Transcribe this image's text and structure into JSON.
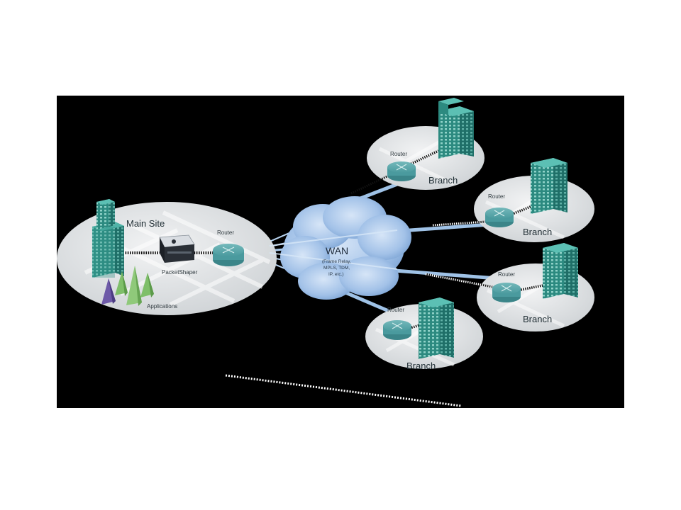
{
  "main_site": {
    "title": "Main Site",
    "router_label": "Router",
    "appliance_label": "PacketShaper",
    "applications_label": "Applications"
  },
  "wan": {
    "title": "WAN",
    "details": [
      "(Frame Relay,",
      "MPLS, TDM,",
      "IP, etc.)"
    ]
  },
  "branches": [
    {
      "label": "Branch",
      "router_label": "Router"
    },
    {
      "label": "Branch",
      "router_label": "Router"
    },
    {
      "label": "Branch",
      "router_label": "Router"
    },
    {
      "label": "Branch",
      "router_label": "Router"
    }
  ],
  "colors": {
    "background": "#000000",
    "site_disc": "#e4e6e8",
    "building": "#2e8f86",
    "router": "#4e9ea2",
    "cloud": "#a9c6ea",
    "link": "#9fc2e6"
  }
}
